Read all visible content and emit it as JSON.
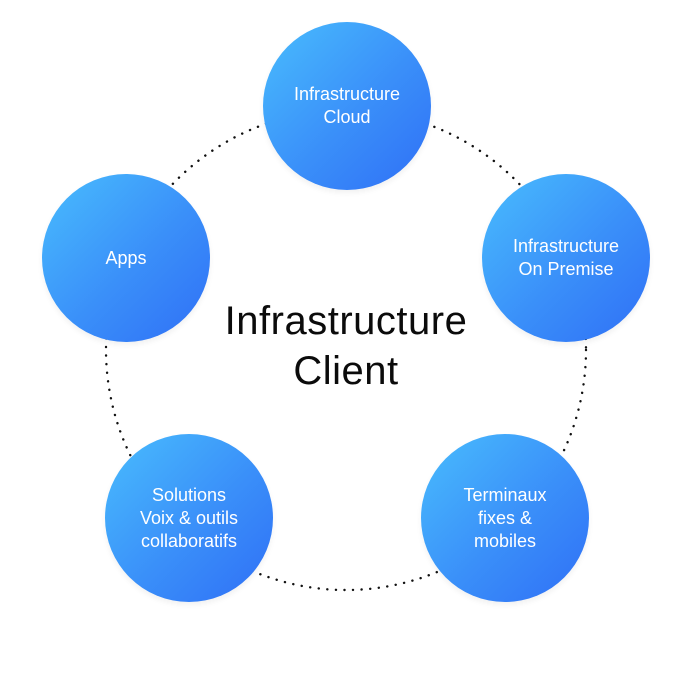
{
  "center": {
    "line1": "Infrastructure",
    "line2": "Client"
  },
  "nodes": {
    "cloud": {
      "lines": [
        "Infrastructure",
        "Cloud"
      ]
    },
    "premise": {
      "lines": [
        "Infrastructure",
        "On Premise"
      ]
    },
    "mobile": {
      "lines": [
        "Terminaux",
        "fixes &",
        "mobiles"
      ]
    },
    "voice": {
      "lines": [
        "Solutions",
        "Voix & outils",
        "collaboratifs"
      ]
    },
    "apps": {
      "lines": [
        "Apps"
      ]
    }
  },
  "colors": {
    "node_gradient_start": "#49bdfd",
    "node_gradient_end": "#2f6ff6",
    "orbit_dots": "#111111",
    "center_text": "#0b0b0b"
  }
}
